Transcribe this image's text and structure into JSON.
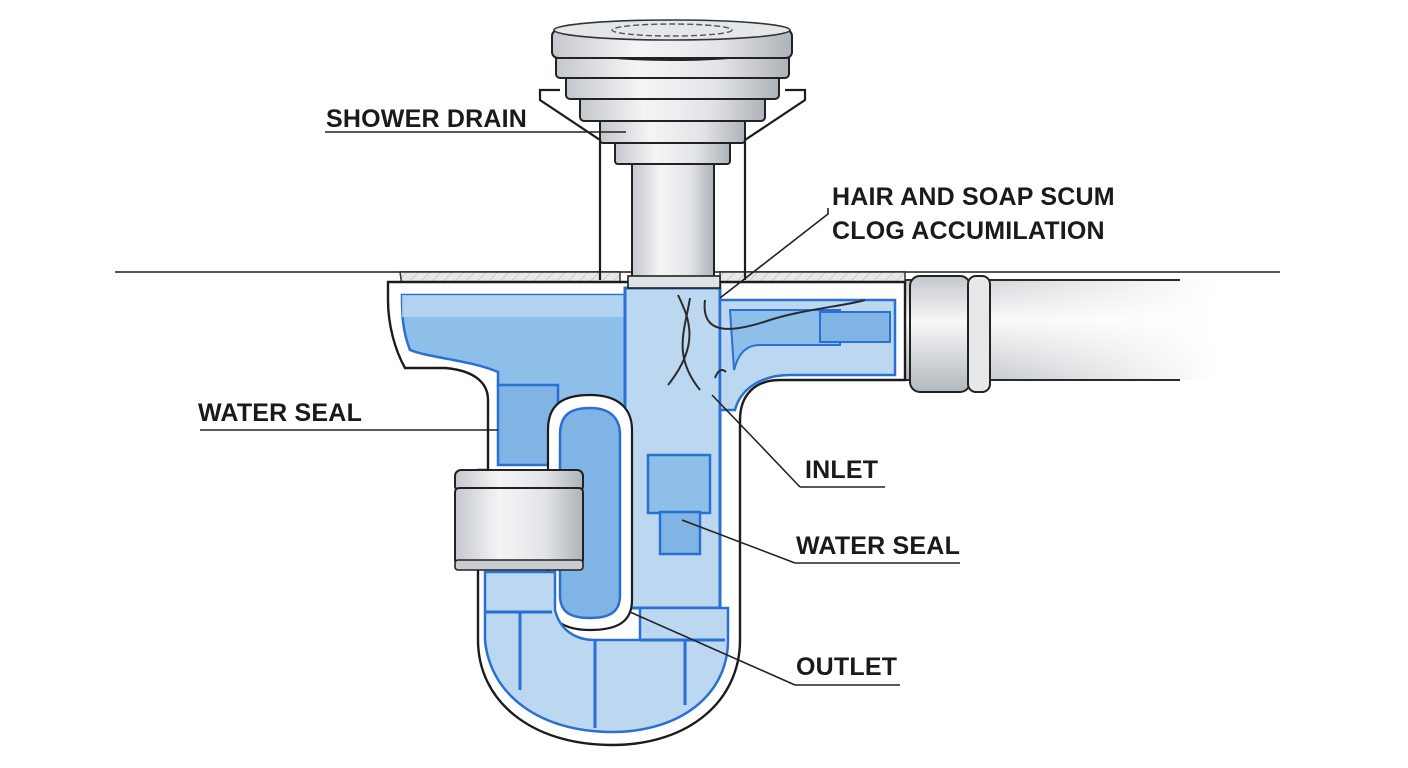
{
  "labels": {
    "shower_drain": "SHOWER DRAIN",
    "clog_line1": "HAIR AND SOAP SCUM",
    "clog_line2": "CLOG ACCUMILATION",
    "water_seal_left": "WATER SEAL",
    "inlet": "INLET",
    "water_seal_right": "WATER SEAL",
    "outlet": "OUTLET"
  },
  "colors": {
    "water_light": "#bcd8f0",
    "water_mid": "#8dbfe8",
    "water_dark": "#6aa6de",
    "pipe_outline": "#1c1c1c",
    "accent_blue": "#2a6fd3",
    "metal_light": "#eef0f2",
    "metal_dark": "#b9bec4"
  }
}
